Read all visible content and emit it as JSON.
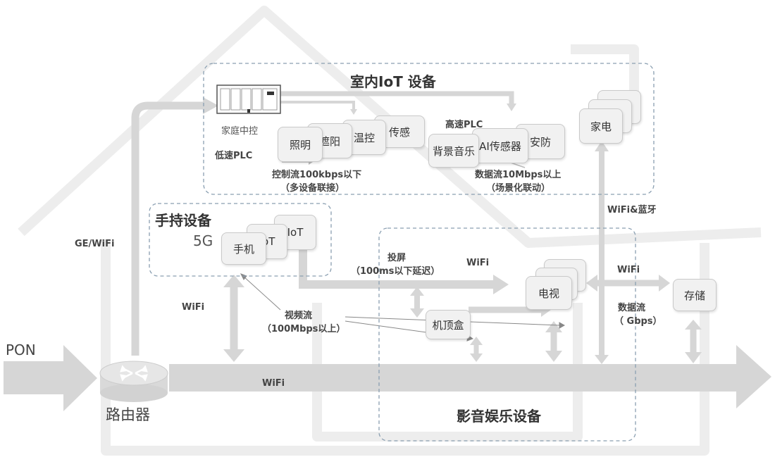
{
  "colors": {
    "arrow": "#d6d6d6",
    "dash": "#8a9fb1",
    "house": "#ececec",
    "text": "#333333"
  },
  "groups": {
    "indoor_iot": "室内IoT 设备",
    "handheld": "手持设备",
    "av": "影音娱乐设备"
  },
  "nodes": {
    "pon": "PON",
    "router": "路由器",
    "controller": "家庭中控",
    "lighting": "照明",
    "shading": "遮阳",
    "temp": "温控",
    "sensor": "传感",
    "bg_music": "背景音乐",
    "ai_sensor": "AI传感器",
    "security": "安防",
    "appliance": "家电",
    "phone": "手机",
    "iot1": "IoT",
    "iot2": "IoT",
    "tv": "电视",
    "stb": "机顶盒",
    "storage": "存储"
  },
  "labels": {
    "low_plc": "低速PLC",
    "high_plc": "高速PLC",
    "ctrl_flow_1": "控制流100kbps以下",
    "ctrl_flow_2": "（多设备联接）",
    "data_flow_1": "数据流10Mbps以上",
    "data_flow_2": "（场景化联动）",
    "wifi_bt": "WiFi&蓝牙",
    "ge_wifi": "GE/WiFi",
    "five_g": "5G",
    "cast_1": "投屏",
    "cast_2": "（100ms以下延迟）",
    "wifi_cast": "WiFi",
    "wifi_tv_storage": "WiFi",
    "data_gbps_1": "数据流",
    "data_gbps_2": "（ Gbps）",
    "wifi_left": "WiFi",
    "video_1": "视频流",
    "video_2": "（100Mbps以上）",
    "wifi_bottom": "WiFi"
  }
}
